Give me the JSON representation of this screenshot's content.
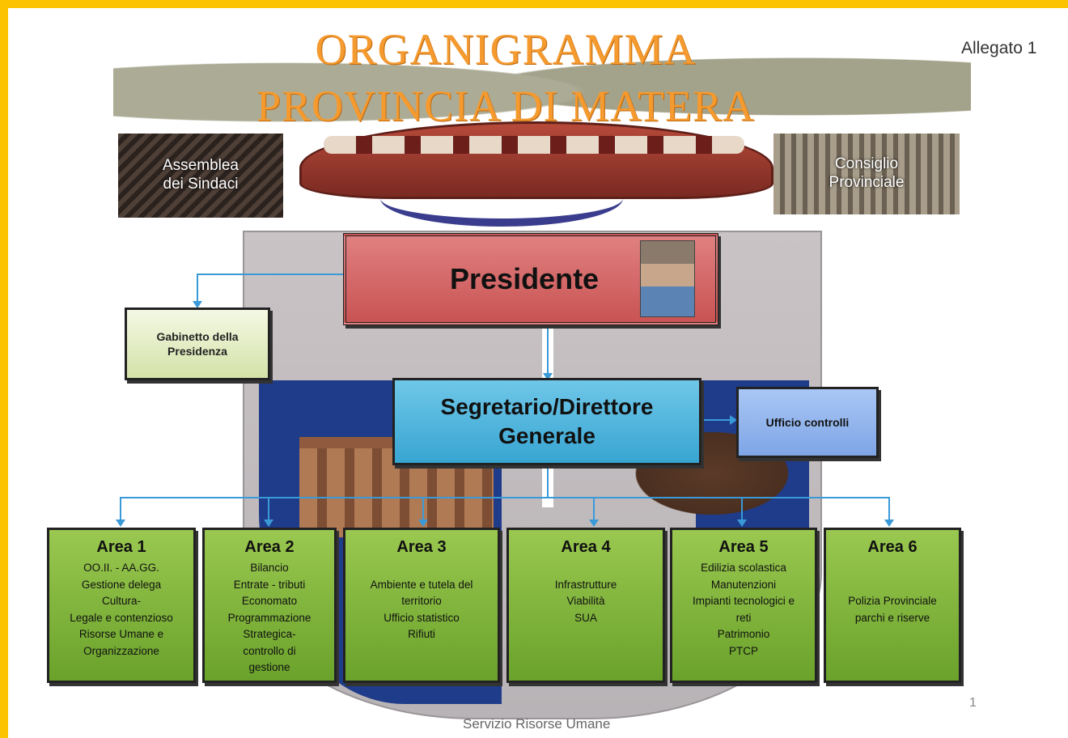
{
  "title": {
    "line1": "ORGANIGRAMMA",
    "line2": "PROVINCIA DI MATERA"
  },
  "allegato": "Allegato 1",
  "photos": {
    "assemblea": "Assemblea dei Sindaci",
    "consiglio": "Consiglio Provinciale"
  },
  "presidente": "Presidente",
  "gabinetto": {
    "line1": "Gabinetto della",
    "line2": "Presidenza"
  },
  "segretario": {
    "line1": "Segretario/Direttore",
    "line2": "Generale"
  },
  "controlli": "Ufficio  controlli",
  "areas": [
    {
      "title": "Area 1",
      "lines": [
        "OO.II. - AA.GG.",
        "Gestione delega",
        "Cultura-",
        "Legale e contenzioso",
        "Risorse Umane e",
        "Organizzazione"
      ]
    },
    {
      "title": "Area 2",
      "lines": [
        "Bilancio",
        "Entrate - tributi",
        "Economato",
        "Programmazione",
        "Strategica-",
        "controllo di",
        "gestione"
      ]
    },
    {
      "title": "Area 3",
      "lines": [
        "",
        "Ambiente e tutela del",
        "territorio",
        "Ufficio statistico",
        "Rifiuti"
      ]
    },
    {
      "title": "Area 4",
      "lines": [
        "",
        "Infrastrutture",
        "Viabilità",
        "SUA"
      ]
    },
    {
      "title": "Area 5",
      "lines": [
        "Edilizia scolastica",
        "Manutenzioni",
        "Impianti tecnologici e",
        "reti",
        "Patrimonio",
        "PTCP"
      ]
    },
    {
      "title": "Area 6",
      "lines": [
        "",
        "",
        "Polizia Provinciale",
        "parchi e riserve"
      ]
    }
  ],
  "page_number": "1",
  "footer": "Servizio Risorse Umane",
  "colors": {
    "frame": "#fcc400",
    "title": "#f59a2e",
    "presidente": "#d86a6a",
    "segretario": "#4ab3dc",
    "controlli": "#8fb2ec",
    "gabinetto": "#e4eec8",
    "area": "#84b83e",
    "connector": "#3a9ad8"
  }
}
